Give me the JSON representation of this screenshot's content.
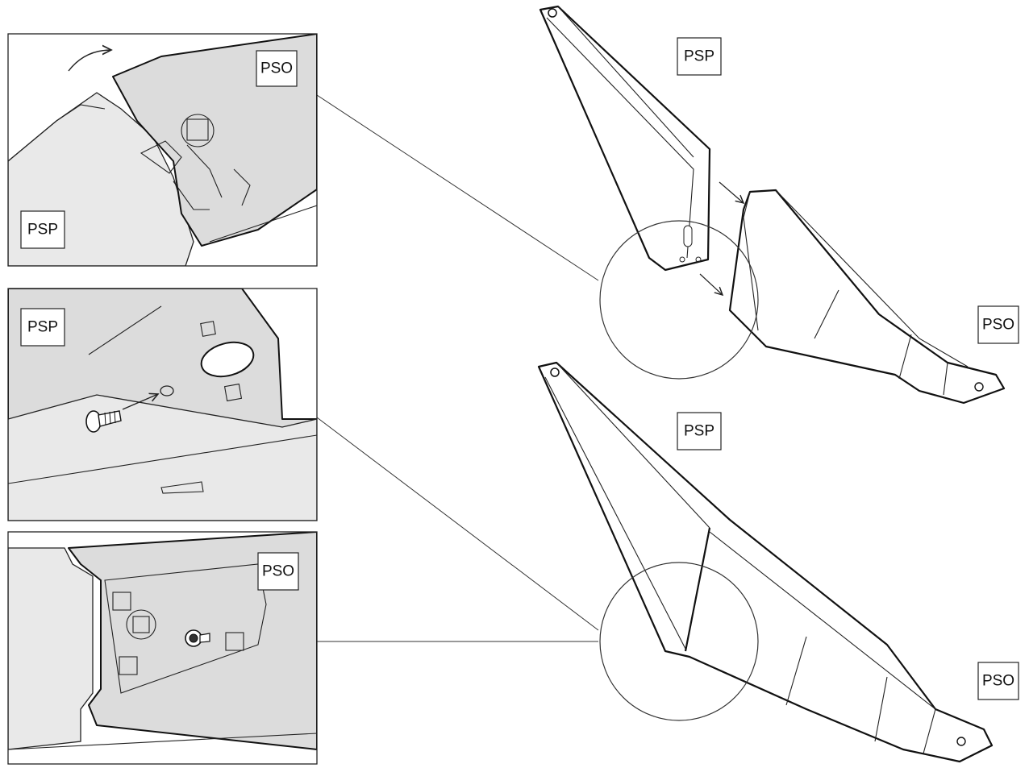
{
  "labels": {
    "panel1_pso": "PSO",
    "panel1_psp": "PSP",
    "panel2_psp": "PSP",
    "panel3_pso": "PSO",
    "top_psp": "PSP",
    "top_pso": "PSO",
    "bottom_psp": "PSP",
    "bottom_pso": "PSO"
  }
}
